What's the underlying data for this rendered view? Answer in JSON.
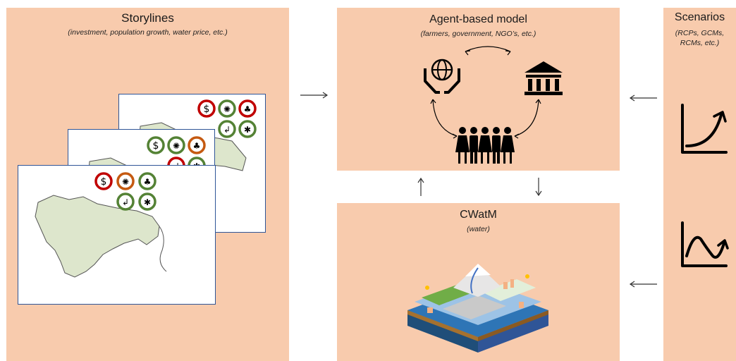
{
  "storylines": {
    "title": "Storylines",
    "subtitle": "(investment, population growth, water price, etc.)"
  },
  "abm": {
    "title": "Agent-based model",
    "subtitle": "(farmers, government, NGO’s, etc.)"
  },
  "cwatm": {
    "title": "CWatM",
    "subtitle": "(water)"
  },
  "scenarios": {
    "title": "Scenarios",
    "subtitle_line1": "(RCPs, GCMs,",
    "subtitle_line2": "RCMs, etc.)"
  },
  "colors": {
    "panel": "#f8cbad",
    "red": "#c00000",
    "green": "#548235",
    "orange": "#c55a11",
    "map_border": "#2f5597"
  },
  "map_cards": [
    {
      "name": "front",
      "badges": [
        "red-dollar",
        "orange-bee",
        "green-network",
        "green-tap",
        "green-fan"
      ]
    },
    {
      "name": "middle",
      "badges": [
        "green-dollar",
        "green-bee",
        "orange-network",
        "red-tap",
        "green-fan"
      ]
    },
    {
      "name": "back",
      "badges": [
        "red-dollar",
        "green-bee",
        "red-network",
        "green-tap",
        "green-fan"
      ]
    }
  ],
  "icons": [
    "globe-hands-icon",
    "government-building-icon",
    "people-group-icon",
    "exponential-curve-icon",
    "oscillating-curve-icon",
    "hydrology-model-icon"
  ]
}
